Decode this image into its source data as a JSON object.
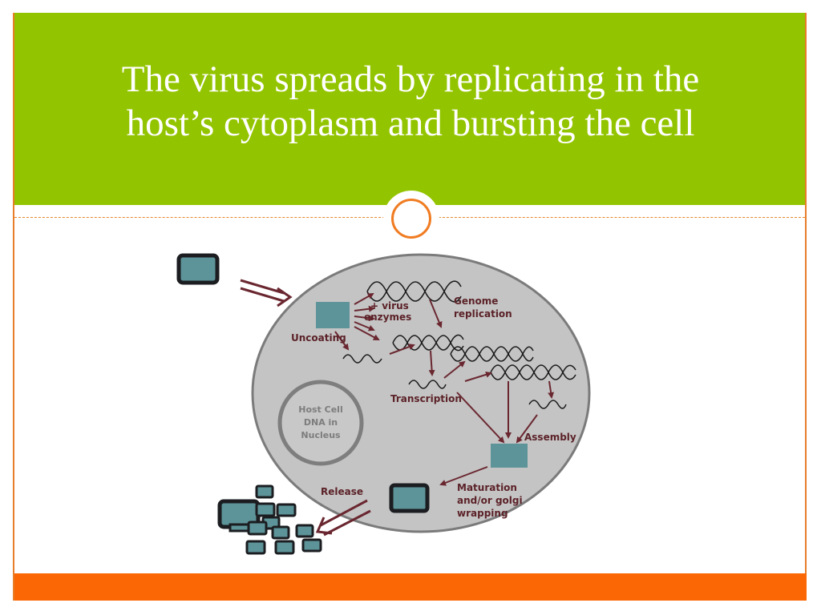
{
  "slide": {
    "title_line1": "The virus spreads by replicating in the",
    "title_line2": "host’s cytoplasm and bursting the cell"
  },
  "diagram": {
    "labels": {
      "virus_enzymes_line1": "+ virus",
      "virus_enzymes_line2": "enzymes",
      "genome_line1": "Genome",
      "genome_line2": "replication",
      "uncoating": "Uncoating",
      "transcription": "Transcription",
      "assembly": "Assembly",
      "release": "Release",
      "maturation_line1": "Maturation",
      "maturation_line2": "and/or golgi",
      "maturation_line3": "wrapping",
      "nucleus_line1": "Host Cell",
      "nucleus_line2": "DNA in",
      "nucleus_line3": "Nucleus"
    },
    "colors": {
      "header": "#93c400",
      "footer": "#fb6704",
      "accent": "#f07c22",
      "cell": "#c4c4c4",
      "arrow": "#6a2730",
      "virion": "#5d9499"
    }
  }
}
